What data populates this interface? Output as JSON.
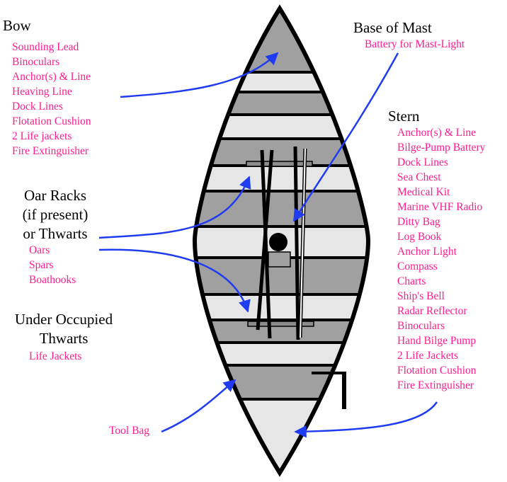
{
  "bow": {
    "heading": "Bow",
    "items": [
      "Sounding Lead",
      "Binoculars",
      "Anchor(s) & Line",
      "Heaving Line",
      "Dock Lines",
      "Flotation Cushion",
      "2 Life jackets",
      "Fire Extinguisher"
    ]
  },
  "base_of_mast": {
    "heading": "Base of Mast",
    "items": [
      "Battery for Mast-Light"
    ]
  },
  "stern": {
    "heading": "Stern",
    "items": [
      "Anchor(s) & Line",
      "Bilge-Pump Battery",
      "Dock Lines",
      "Sea Chest",
      "Medical Kit",
      "Marine VHF Radio",
      "Ditty Bag",
      "Log Book",
      "Anchor Light",
      "Compass",
      "Charts",
      "Ship's Bell",
      "Radar Reflector",
      "Binoculars",
      "Hand Bilge Pump",
      "2 Life Jackets",
      "Flotation Cushion",
      "Fire Extinguisher"
    ]
  },
  "oar_racks": {
    "heading_lines": [
      "Oar Racks",
      "(if present)",
      "or Thwarts"
    ],
    "items": [
      "Oars",
      "Spars",
      "Boathooks"
    ]
  },
  "under_thwarts": {
    "heading_lines": [
      "Under Occupied",
      "Thwarts"
    ],
    "items": [
      "Life Jackets"
    ]
  },
  "tool_bag": {
    "label": "Tool Bag"
  },
  "colors": {
    "item_text": "#ff1c8d",
    "arrow": "#1f3cf2",
    "dark_band": "#a0a0a0",
    "light_band": "#e6e6e6",
    "hull_outline": "#000000",
    "rack_fill": "#8c8c8c"
  }
}
